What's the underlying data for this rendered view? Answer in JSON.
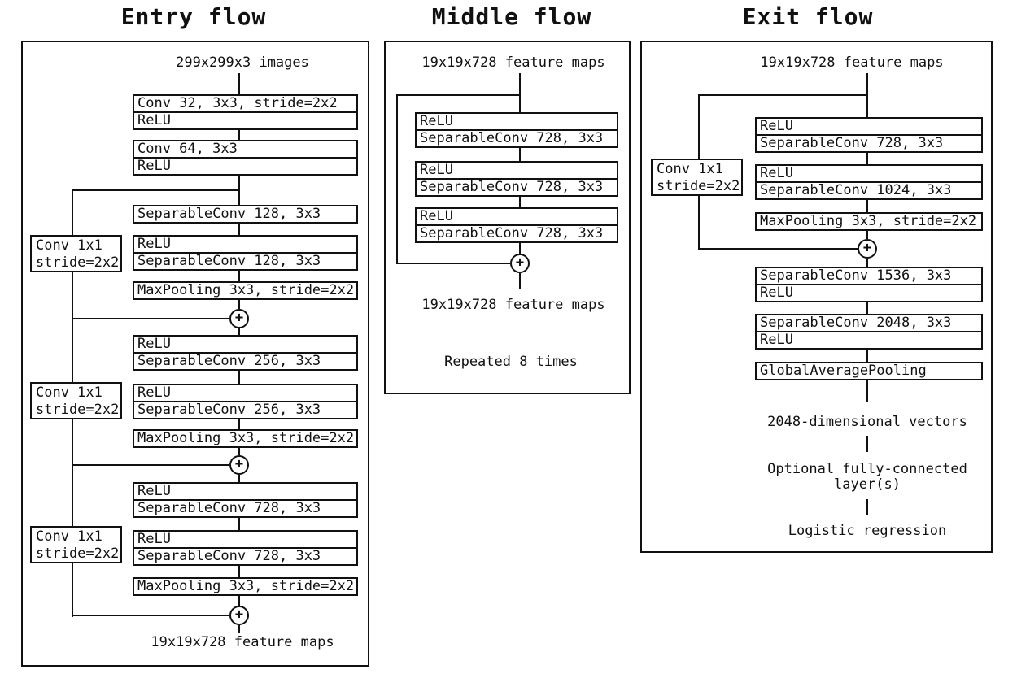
{
  "figure": {
    "background": "#ffffff",
    "line_color": "#111111"
  },
  "icons": {
    "plus": "+"
  },
  "entry": {
    "title": "Entry flow",
    "input_label": "299x299x3 images",
    "output_label": "19x19x728 feature maps",
    "boxes": [
      [
        "Conv 32, 3x3, stride=2x2",
        "ReLU"
      ],
      [
        "Conv 64, 3x3",
        "ReLU"
      ],
      [
        "SeparableConv 128, 3x3"
      ],
      [
        "ReLU",
        "SeparableConv 128, 3x3"
      ],
      [
        "MaxPooling 3x3, stride=2x2"
      ],
      [
        "ReLU",
        "SeparableConv 256, 3x3"
      ],
      [
        "ReLU",
        "SeparableConv 256, 3x3"
      ],
      [
        "MaxPooling 3x3, stride=2x2"
      ],
      [
        "ReLU",
        "SeparableConv 728, 3x3"
      ],
      [
        "ReLU",
        "SeparableConv 728, 3x3"
      ],
      [
        "MaxPooling 3x3, stride=2x2"
      ]
    ],
    "skips": [
      "Conv 1x1\nstride=2x2",
      "Conv 1x1\nstride=2x2",
      "Conv 1x1\nstride=2x2"
    ]
  },
  "middle": {
    "title": "Middle flow",
    "input_label": "19x19x728 feature maps",
    "output_label": "19x19x728 feature maps",
    "repeat_note": "Repeated 8 times",
    "boxes": [
      [
        "ReLU",
        "SeparableConv 728, 3x3"
      ],
      [
        "ReLU",
        "SeparableConv 728, 3x3"
      ],
      [
        "ReLU",
        "SeparableConv 728, 3x3"
      ]
    ]
  },
  "exit": {
    "title": "Exit flow",
    "input_label": "19x19x728 feature maps",
    "skip": "Conv 1x1\nstride=2x2",
    "boxes": [
      [
        "ReLU",
        "SeparableConv 728, 3x3"
      ],
      [
        "ReLU",
        "SeparableConv 1024, 3x3"
      ],
      [
        "MaxPooling 3x3, stride=2x2"
      ],
      [
        "SeparableConv 1536, 3x3",
        "ReLU"
      ],
      [
        "SeparableConv 2048, 3x3",
        "ReLU"
      ],
      [
        "GlobalAveragePooling"
      ]
    ],
    "vectors_label": "2048-dimensional vectors",
    "fc_label": "Optional fully-connected\nlayer(s)",
    "logistic_label": "Logistic regression"
  }
}
